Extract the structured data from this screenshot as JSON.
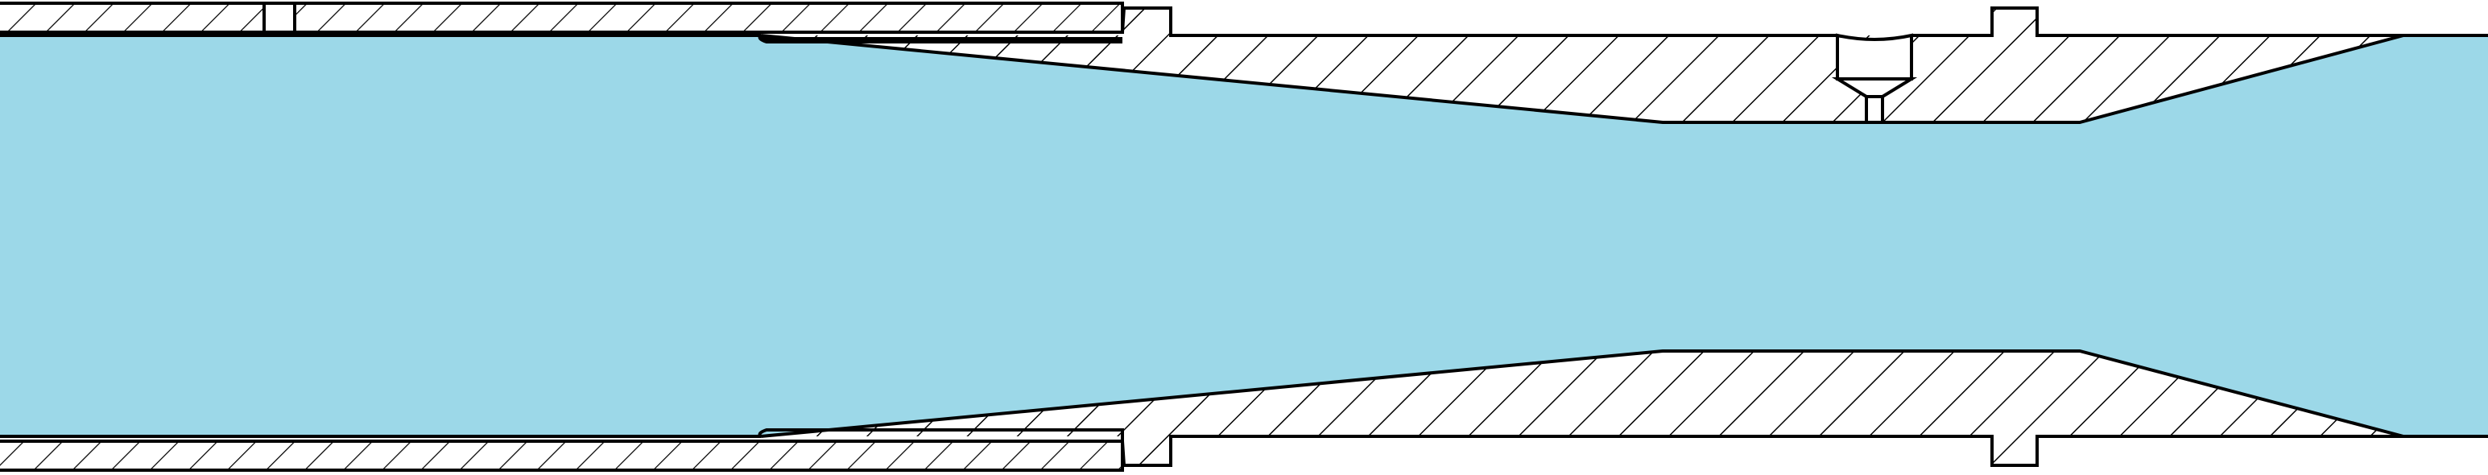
{
  "diagram": {
    "type": "cross-section",
    "subject": "venturi-tube",
    "colors": {
      "fluid": "#9cd8e8",
      "hatch": "#000000",
      "outline": "#000000",
      "background": "#ffffff"
    },
    "parts": [
      "inlet-pipe-top-wall",
      "inlet-pipe-bottom-wall",
      "venturi-body-top",
      "venturi-body-bottom",
      "pressure-tap-port",
      "fluid-channel"
    ]
  }
}
